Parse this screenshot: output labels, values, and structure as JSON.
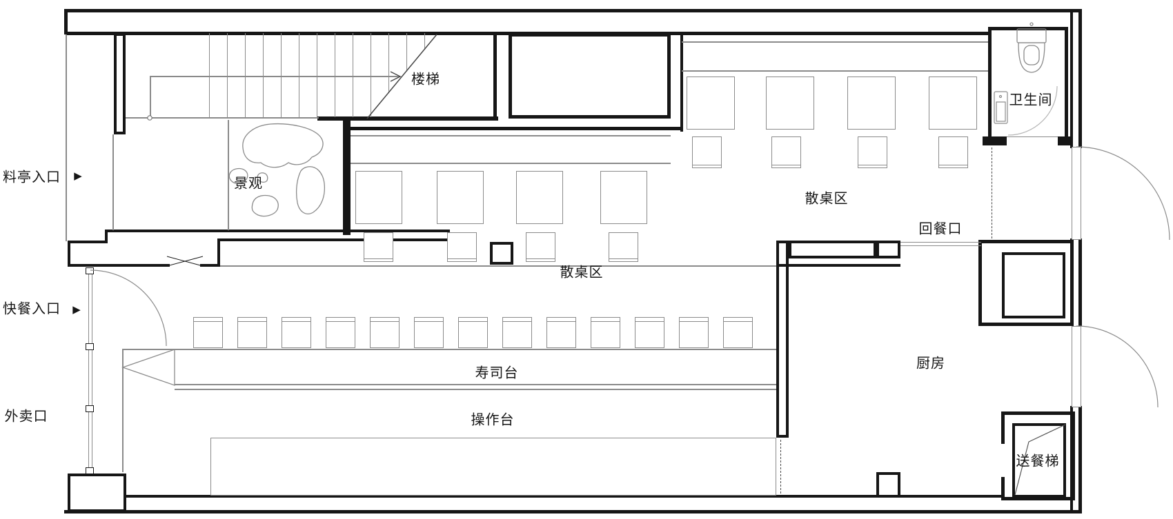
{
  "labels": {
    "ryotei_entrance": "料亭入口",
    "fastfood_entrance": "快餐入口",
    "takeout_window": "外卖口",
    "stairs": "楼梯",
    "landscape": "景观",
    "scattered_tables_upper": "散桌区",
    "scattered_tables_lower": "散桌区",
    "food_return_opening": "回餐口",
    "kitchen": "厨房",
    "restroom": "卫生间",
    "dumbwaiter": "送餐梯",
    "sushi_bar": "寿司台",
    "work_counter": "操作台",
    "entrance_arrow": "▶"
  },
  "colors": {
    "wall": "#161616",
    "furniture_line": "#8a8a8a",
    "background": "#ffffff"
  }
}
